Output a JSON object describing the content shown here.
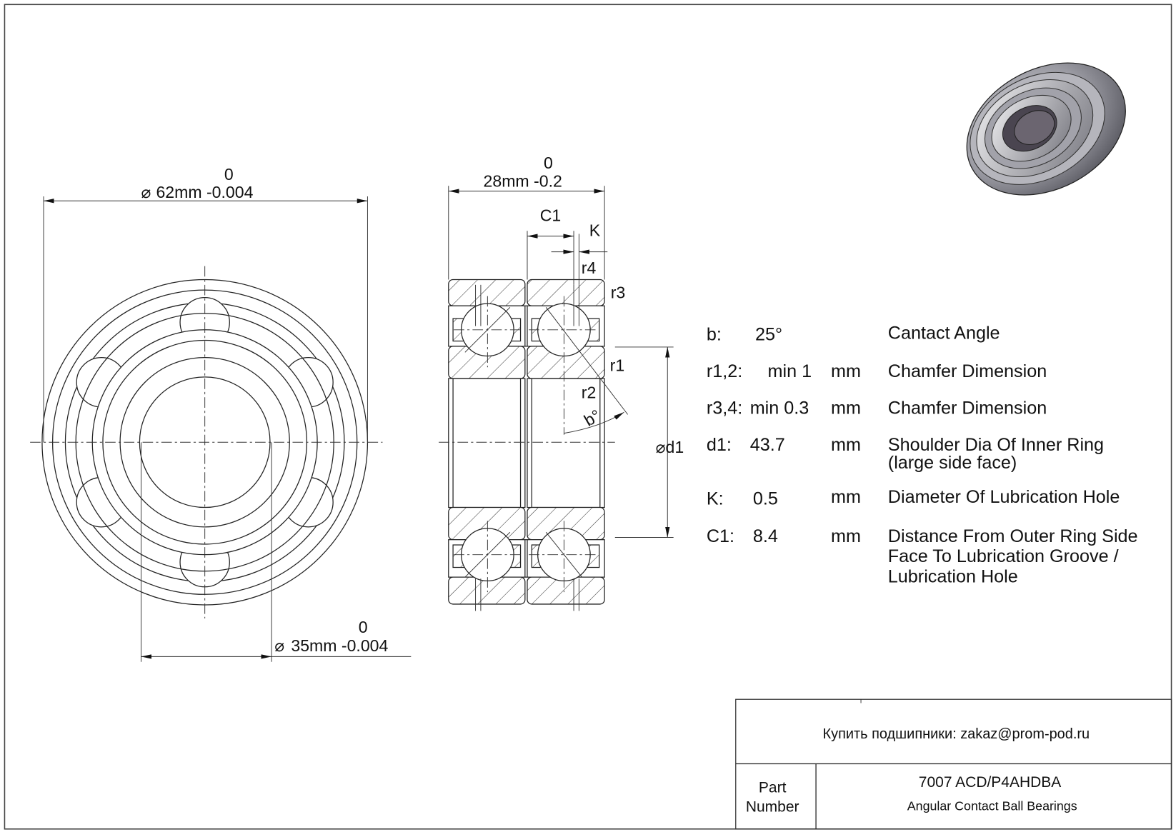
{
  "drawing": {
    "outer_diameter": {
      "tol_upper": "0",
      "label": "62mm -0.004",
      "symbol": "⌀"
    },
    "bore_diameter": {
      "tol_upper": "0",
      "label": "35mm -0.004",
      "symbol": "⌀"
    },
    "width": {
      "tol_upper": "0",
      "label": "28mm -0.2"
    },
    "labels": {
      "c1": "C1",
      "k": "K",
      "r4": "r4",
      "r3": "r3",
      "r1": "r1",
      "r2": "r2",
      "b": "b°",
      "d1": "⌀d1"
    }
  },
  "specs": [
    {
      "key": "b:",
      "value": "25°",
      "unit": "",
      "desc": [
        "Cantact Angle"
      ]
    },
    {
      "key": "r1,2:",
      "value": "min 1",
      "unit": "mm",
      "desc": [
        "Chamfer Dimension"
      ]
    },
    {
      "key": "r3,4:",
      "value": "min 0.3",
      "unit": "mm",
      "desc": [
        "Chamfer Dimension"
      ]
    },
    {
      "key": "d1:",
      "value": "43.7",
      "unit": "mm",
      "desc": [
        "Shoulder Dia Of Inner Ring",
        "(large side face)"
      ]
    },
    {
      "key": "K:",
      "value": "0.5",
      "unit": "mm",
      "desc": [
        "Diameter Of Lubrication Hole"
      ]
    },
    {
      "key": "C1:",
      "value": "8.4",
      "unit": "mm",
      "desc": [
        "Distance From Outer Ring Side",
        "Face To Lubrication Groove /",
        "Lubrication Hole"
      ]
    }
  ],
  "title_block": {
    "contact": "Купить подшипники: zakaz@prom-pod.ru",
    "part_label_1": "Part",
    "part_label_2": "Number",
    "part_number": "7007 ACD/P4AHDBA",
    "part_type": "Angular Contact Ball Bearings"
  }
}
